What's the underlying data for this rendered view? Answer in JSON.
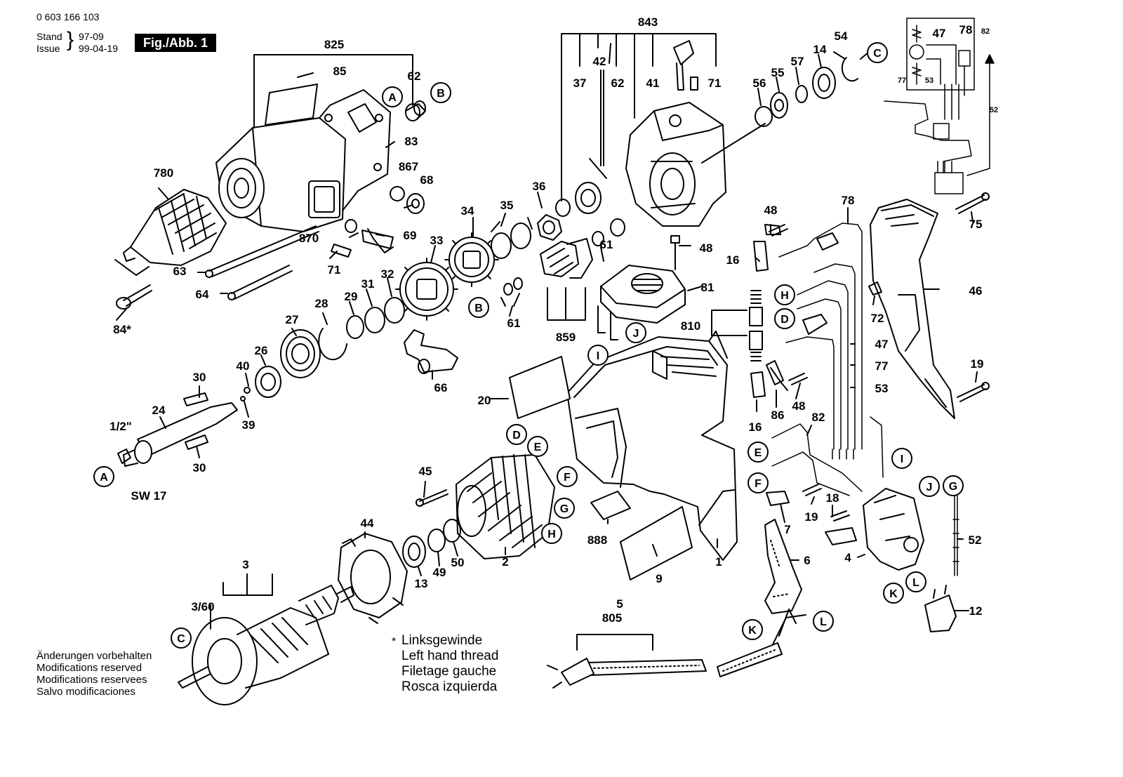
{
  "header": {
    "part_number": "0 603 166 103",
    "stand_label": "Stand",
    "stand_value": "97-09",
    "issue_label": "Issue",
    "issue_value": "99-04-19",
    "figure_label": "Fig./Abb. 1"
  },
  "notes": {
    "modifications": [
      "Änderungen vorbehalten",
      "Modifications reserved",
      "Modifications reservees",
      "Salvo modificaciones"
    ],
    "left_hand_thread": [
      "Linksgewinde",
      "Left hand thread",
      "Filetage gauche",
      "Rosca izquierda"
    ],
    "star": "*"
  },
  "part_labels": [
    {
      "text": "825"
    },
    {
      "text": "85"
    },
    {
      "text": "62"
    },
    {
      "text": "83"
    },
    {
      "text": "867"
    },
    {
      "text": "68"
    },
    {
      "text": "780"
    },
    {
      "text": "870"
    },
    {
      "text": "69"
    },
    {
      "text": "71"
    },
    {
      "text": "63"
    },
    {
      "text": "64"
    },
    {
      "text": "84*"
    },
    {
      "text": "843"
    },
    {
      "text": "42"
    },
    {
      "text": "37"
    },
    {
      "text": "62"
    },
    {
      "text": "41"
    },
    {
      "text": "71"
    },
    {
      "text": "54"
    },
    {
      "text": "56"
    },
    {
      "text": "55"
    },
    {
      "text": "57"
    },
    {
      "text": "14"
    },
    {
      "text": "36"
    },
    {
      "text": "35"
    },
    {
      "text": "34"
    },
    {
      "text": "33"
    },
    {
      "text": "32"
    },
    {
      "text": "31"
    },
    {
      "text": "29"
    },
    {
      "text": "28"
    },
    {
      "text": "27"
    },
    {
      "text": "26"
    },
    {
      "text": "40"
    },
    {
      "text": "39"
    },
    {
      "text": "30"
    },
    {
      "text": "24"
    },
    {
      "text": "1/2\""
    },
    {
      "text": "30"
    },
    {
      "text": "SW 17"
    },
    {
      "text": "66"
    },
    {
      "text": "61"
    },
    {
      "text": "61"
    },
    {
      "text": "859"
    },
    {
      "text": "48"
    },
    {
      "text": "81"
    },
    {
      "text": "810"
    },
    {
      "text": "48"
    },
    {
      "text": "16"
    },
    {
      "text": "78"
    },
    {
      "text": "75"
    },
    {
      "text": "46"
    },
    {
      "text": "72"
    },
    {
      "text": "47"
    },
    {
      "text": "77"
    },
    {
      "text": "53"
    },
    {
      "text": "19"
    },
    {
      "text": "48"
    },
    {
      "text": "86"
    },
    {
      "text": "16"
    },
    {
      "text": "20"
    },
    {
      "text": "82"
    },
    {
      "text": "45"
    },
    {
      "text": "44"
    },
    {
      "text": "3"
    },
    {
      "text": "3/60"
    },
    {
      "text": "13"
    },
    {
      "text": "49"
    },
    {
      "text": "50"
    },
    {
      "text": "2"
    },
    {
      "text": "888"
    },
    {
      "text": "9"
    },
    {
      "text": "1"
    },
    {
      "text": "7"
    },
    {
      "text": "19"
    },
    {
      "text": "18"
    },
    {
      "text": "6"
    },
    {
      "text": "4"
    },
    {
      "text": "52"
    },
    {
      "text": "12"
    },
    {
      "text": "5"
    },
    {
      "text": "805"
    },
    {
      "text": "47"
    },
    {
      "text": "78"
    },
    {
      "text": "82"
    },
    {
      "text": "77"
    },
    {
      "text": "53"
    },
    {
      "text": "52"
    }
  ],
  "callouts": [
    {
      "letter": "A"
    },
    {
      "letter": "B"
    },
    {
      "letter": "C"
    },
    {
      "letter": "B"
    },
    {
      "letter": "A"
    },
    {
      "letter": "D"
    },
    {
      "letter": "E"
    },
    {
      "letter": "F"
    },
    {
      "letter": "G"
    },
    {
      "letter": "H"
    },
    {
      "letter": "I"
    },
    {
      "letter": "J"
    },
    {
      "letter": "H"
    },
    {
      "letter": "D"
    },
    {
      "letter": "E"
    },
    {
      "letter": "F"
    },
    {
      "letter": "I"
    },
    {
      "letter": "J"
    },
    {
      "letter": "G"
    },
    {
      "letter": "K"
    },
    {
      "letter": "L"
    },
    {
      "letter": "K"
    },
    {
      "letter": "L"
    },
    {
      "letter": "C"
    }
  ]
}
